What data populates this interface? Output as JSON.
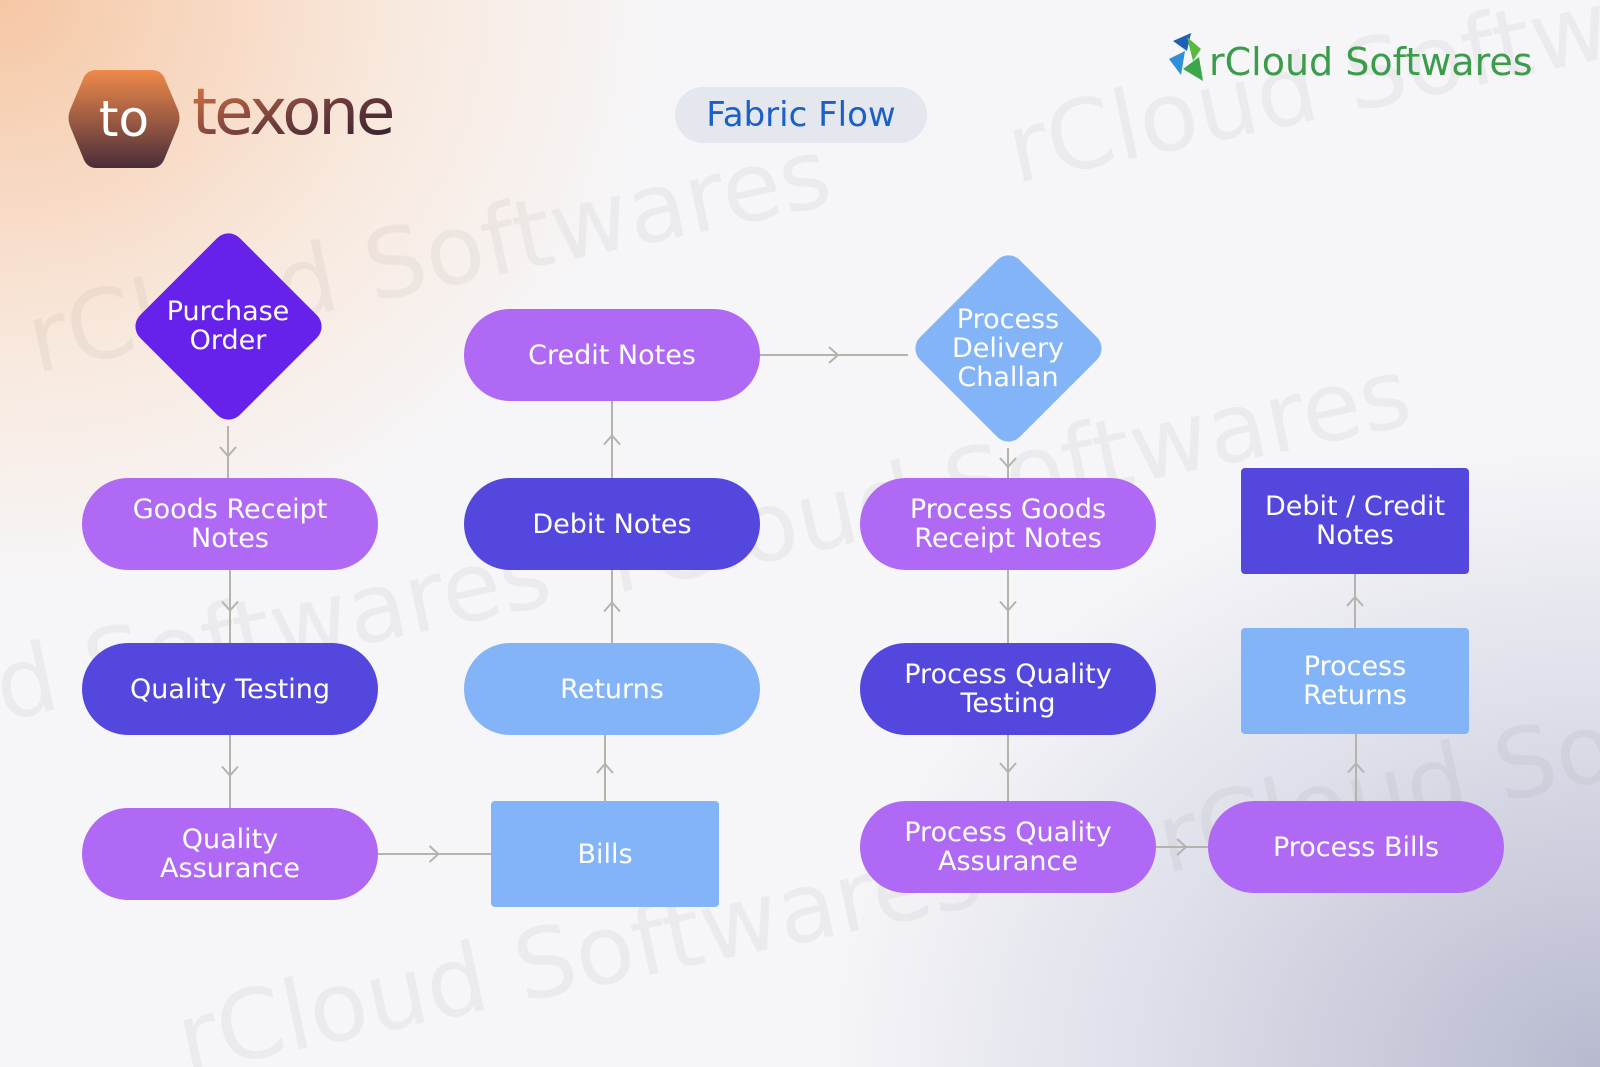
{
  "title": "Fabric Flow",
  "brand_left": {
    "name": "texone",
    "mark": "to"
  },
  "brand_right": {
    "name": "rCloud Softwares"
  },
  "watermark": "rCloud Softwares",
  "colors": {
    "violet": "#6622ea",
    "lilac": "#b069f4",
    "indigo": "#5447dd",
    "sky": "#84b4f8",
    "connector": "#b6b3ad",
    "title": "#1b5fc8"
  },
  "nodes": [
    {
      "id": "purchase-order",
      "label": "Purchase\nOrder",
      "shape": "diamond",
      "color": "violet"
    },
    {
      "id": "goods-receipt-notes",
      "label": "Goods Receipt\nNotes",
      "shape": "pill",
      "color": "lilac"
    },
    {
      "id": "quality-testing",
      "label": "Quality Testing",
      "shape": "pill",
      "color": "indigo"
    },
    {
      "id": "quality-assurance",
      "label": "Quality\nAssurance",
      "shape": "pill",
      "color": "lilac"
    },
    {
      "id": "bills",
      "label": "Bills",
      "shape": "rect",
      "color": "sky"
    },
    {
      "id": "returns",
      "label": "Returns",
      "shape": "pill",
      "color": "sky"
    },
    {
      "id": "debit-notes",
      "label": "Debit Notes",
      "shape": "pill",
      "color": "indigo"
    },
    {
      "id": "credit-notes",
      "label": "Credit Notes",
      "shape": "pill",
      "color": "lilac"
    },
    {
      "id": "process-delivery-challan",
      "label": "Process\nDelivery\nChallan",
      "shape": "diamond",
      "color": "sky"
    },
    {
      "id": "process-goods-receipt-notes",
      "label": "Process Goods\nReceipt Notes",
      "shape": "pill",
      "color": "lilac"
    },
    {
      "id": "process-quality-testing",
      "label": "Process Quality\nTesting",
      "shape": "pill",
      "color": "indigo"
    },
    {
      "id": "process-quality-assurance",
      "label": "Process Quality\nAssurance",
      "shape": "pill",
      "color": "lilac"
    },
    {
      "id": "process-bills",
      "label": "Process Bills",
      "shape": "pill",
      "color": "lilac"
    },
    {
      "id": "process-returns",
      "label": "Process\nReturns",
      "shape": "rect",
      "color": "sky"
    },
    {
      "id": "debit-credit-notes",
      "label": "Debit / Credit\nNotes",
      "shape": "rect",
      "color": "indigo"
    }
  ],
  "edges": [
    {
      "from": "purchase-order",
      "to": "goods-receipt-notes"
    },
    {
      "from": "goods-receipt-notes",
      "to": "quality-testing"
    },
    {
      "from": "quality-testing",
      "to": "quality-assurance"
    },
    {
      "from": "quality-assurance",
      "to": "bills"
    },
    {
      "from": "bills",
      "to": "returns"
    },
    {
      "from": "returns",
      "to": "debit-notes"
    },
    {
      "from": "debit-notes",
      "to": "credit-notes"
    },
    {
      "from": "credit-notes",
      "to": "process-delivery-challan"
    },
    {
      "from": "process-delivery-challan",
      "to": "process-goods-receipt-notes"
    },
    {
      "from": "process-goods-receipt-notes",
      "to": "process-quality-testing"
    },
    {
      "from": "process-quality-testing",
      "to": "process-quality-assurance"
    },
    {
      "from": "process-quality-assurance",
      "to": "process-bills"
    },
    {
      "from": "process-bills",
      "to": "process-returns"
    },
    {
      "from": "process-returns",
      "to": "debit-credit-notes"
    }
  ]
}
